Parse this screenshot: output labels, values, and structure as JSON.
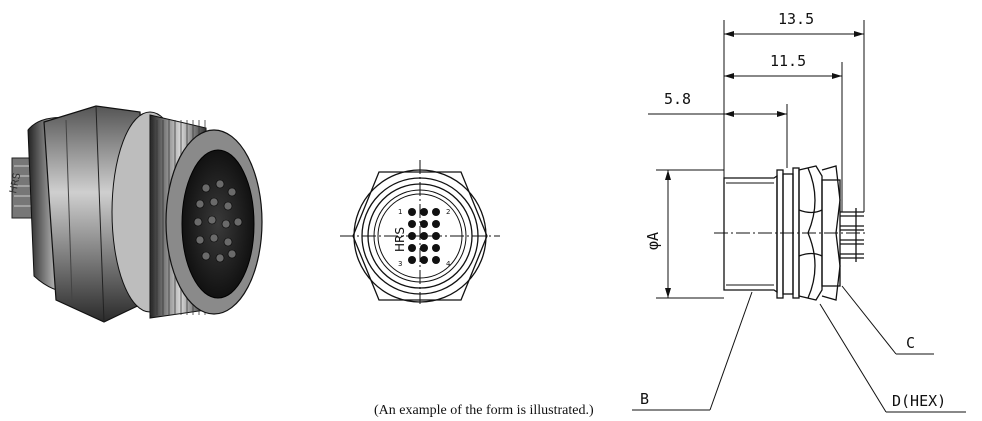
{
  "dimensions": {
    "overall_length": "13.5",
    "terminal_length": "11.5",
    "shell_length": "5.8",
    "diameter": "φA"
  },
  "callouts": {
    "b": "B",
    "c": "C",
    "d_hex": "D(HEX)"
  },
  "front_view": {
    "brand": "HRS",
    "pin_numbers": [
      "1",
      "2",
      "3",
      "4"
    ]
  },
  "photo": {
    "brand_text": "HRS"
  },
  "caption": "(An example of the form is illustrated.)"
}
